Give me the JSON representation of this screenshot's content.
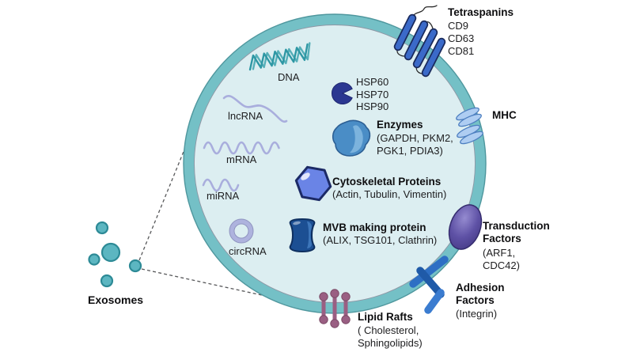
{
  "figure": {
    "type": "exosome-structure-diagram",
    "exosomes_label": "Exosomes"
  },
  "labels": {
    "tetraspanins": {
      "title": "Tetraspanins",
      "items": [
        "CD9",
        "CD63",
        "CD81"
      ]
    },
    "mhc": {
      "title": "MHC"
    },
    "dna": "DNA",
    "hsp_items": [
      "HSP60",
      "HSP70",
      "HSP90"
    ],
    "lncrna": "lncRNA",
    "enzymes": {
      "title": "Enzymes",
      "sub": [
        "(GAPDH, PKM2,",
        "PGK1, PDIA3)"
      ]
    },
    "mrna": "mRNA",
    "cytoskeletal": {
      "title": "Cytoskeletal Proteins",
      "sub": [
        "(Actin, Tubulin, Vimentin)"
      ]
    },
    "mirna": "miRNA",
    "mvb": {
      "title": "MVB making protein",
      "sub": [
        "(ALIX, TSG101, Clathrin)"
      ]
    },
    "circrna": "circRNA",
    "transduction": {
      "title": [
        "Transduction",
        "Factors"
      ],
      "sub": [
        "(ARF1,",
        "CDC42)"
      ]
    },
    "adhesion": {
      "title": [
        "Adhesion",
        "Factors"
      ],
      "sub": [
        "(Integrin)"
      ]
    },
    "lipid_rafts": {
      "title": "Lipid Rafts",
      "sub": [
        "( Cholesterol,",
        "Sphingolipids)"
      ]
    },
    "exosomes": "Exosomes"
  },
  "colors": {
    "membrane_band": "#74c0c6",
    "membrane_fill": "#dceef1",
    "dna_teal": "#2e97a4",
    "dna_teal_light": "#55afb8",
    "rna_lavender": "#a9aedd",
    "hsp_navy": "#2b3791",
    "enzyme_blue": "#4a8dc6",
    "cytoskeletal_blue": "#6a84e6",
    "mvb_blue": "#1c4f93",
    "tetraspanin_blue": "#3b6ac9",
    "mhc_light_blue": "#aecdf2",
    "transduction_purple": "#5e51a5",
    "adhesion_blue": "#2e6fc4",
    "lipid_raft_mauve": "#9a5f83",
    "exosome_teal": "#5cb6c1",
    "text": "#1d1d1f"
  }
}
